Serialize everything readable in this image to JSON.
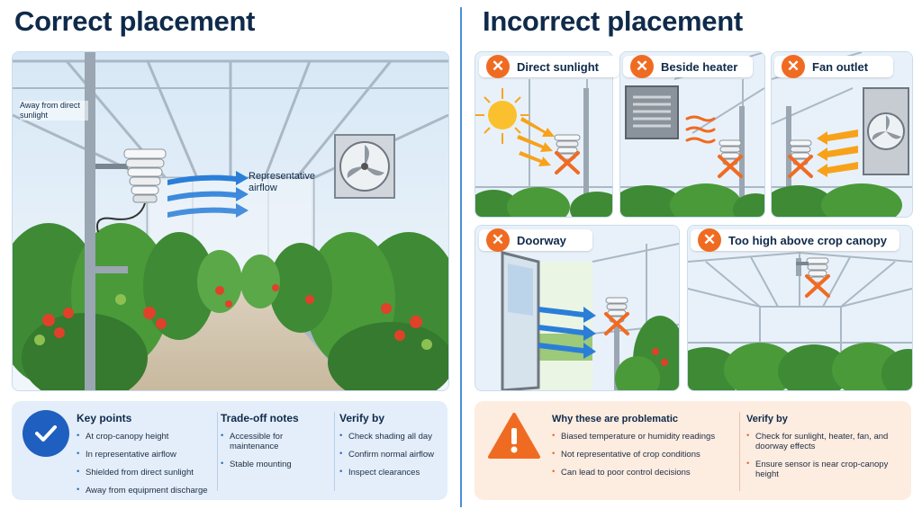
{
  "correct": {
    "title": "Correct placement",
    "note": "Away from direct sunlight",
    "airflow_label": "Representative airflow",
    "key_points": {
      "heading": "Key points",
      "items": [
        "At crop-canopy height",
        "In representative airflow",
        "Shielded from direct sunlight",
        "Away from equipment discharge"
      ]
    },
    "tradeoff": {
      "heading": "Trade-off notes",
      "items": [
        "Accessible for maintenance",
        "Stable mounting"
      ]
    },
    "verify": {
      "heading": "Verify by",
      "items": [
        "Check shading all day",
        "Confirm normal airflow",
        "Inspect clearances"
      ]
    }
  },
  "incorrect": {
    "title": "Incorrect placement",
    "cases": [
      "Direct sunlight",
      "Beside heater",
      "Fan outlet",
      "Doorway",
      "Too high above crop canopy"
    ],
    "why": {
      "heading": "Why these are problematic",
      "items": [
        "Biased temperature or humidity readings",
        "Not representative of crop conditions",
        "Can lead to poor control decisions"
      ]
    },
    "verify": {
      "heading": "Verify by",
      "items": [
        "Check for sunlight, heater, fan, and doorway effects",
        "Ensure sensor is near crop-canopy height"
      ]
    }
  },
  "colors": {
    "navy": "#0f2a4a",
    "accent_blue": "#2a6fc0",
    "warn_orange": "#f06b22",
    "panel_blue": "#e3eefa",
    "panel_peach": "#fdece0"
  }
}
